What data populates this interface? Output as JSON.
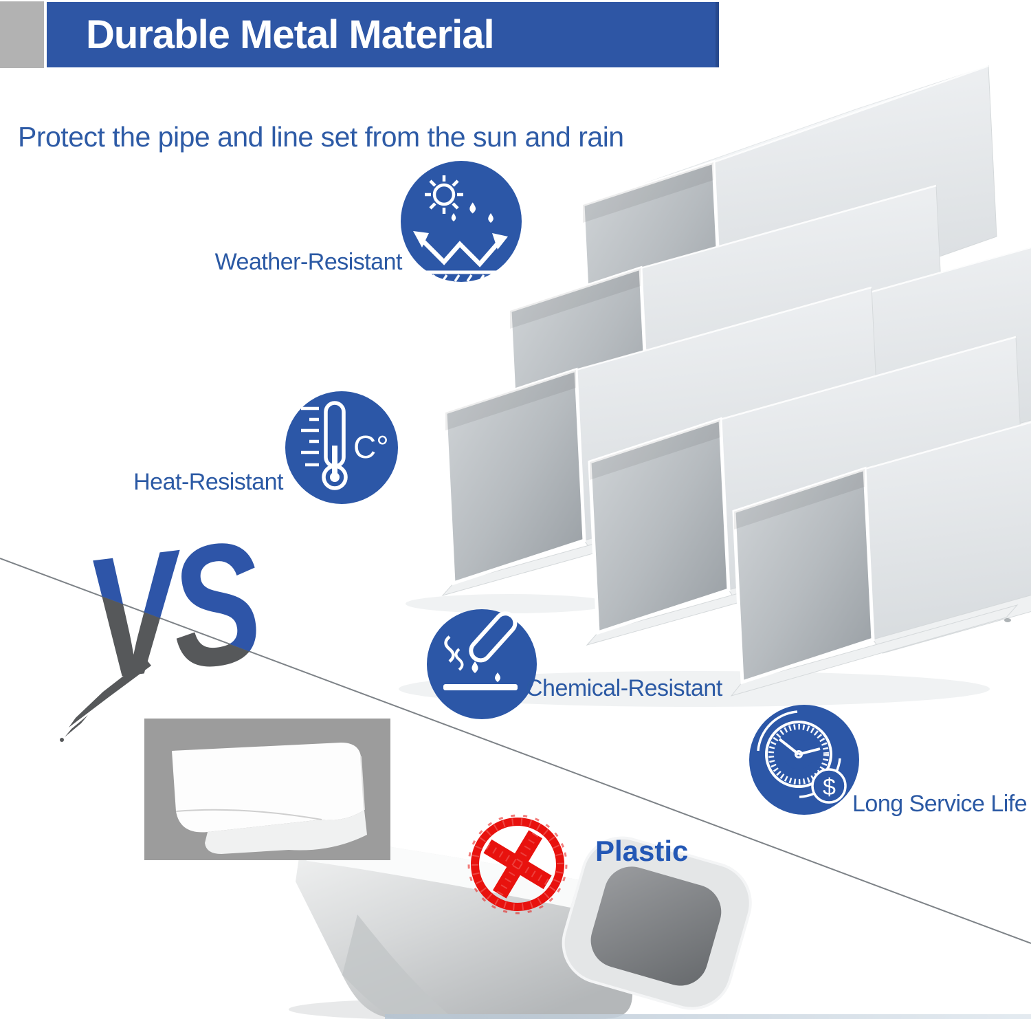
{
  "header": {
    "title": "Durable Metal Material",
    "subtitle": "Protect the pipe and line set from the sun and rain"
  },
  "features": [
    {
      "label": "Weather-Resistant",
      "icon": "sun-rain-deflect-icon"
    },
    {
      "label": "Heat-Resistant",
      "icon": "thermometer-icon",
      "unit": "C°"
    },
    {
      "label": "Chemical-Resistant",
      "icon": "beaker-pour-icon"
    },
    {
      "label": "Long Service Life",
      "icon": "clock-money-icon",
      "money_symbol": "$"
    }
  ],
  "comparison": {
    "vs_label": "VS",
    "competitor_label": "Plastic",
    "competitor_marker": "rejected-x-stamp"
  },
  "colors": {
    "header_blue": "#2e56a5",
    "icon_circle_blue": "#2c57a7",
    "label_blue": "#2b59a4",
    "plastic_label_blue": "#2357b5",
    "reject_red": "#e8120e",
    "gray_swatch": "#b2b2b2",
    "vs_gray": "#56585a"
  }
}
